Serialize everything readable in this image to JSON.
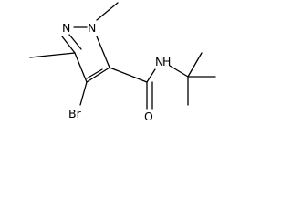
{
  "molecule": {
    "atoms": {
      "n2": "N",
      "n1": "N",
      "amide_n": "N",
      "amide_h": "H",
      "oxygen": "O",
      "bromine": "Br"
    }
  }
}
